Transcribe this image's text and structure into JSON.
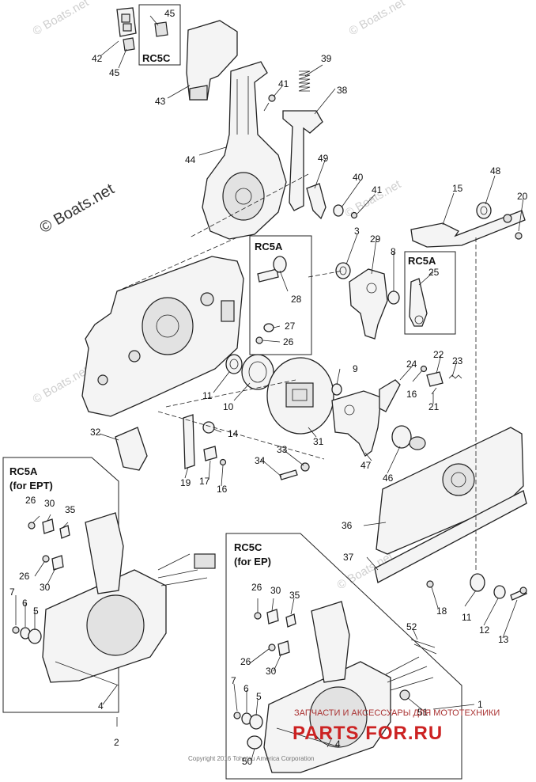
{
  "watermarks": {
    "main": "© Boats.net",
    "repeat": "© Boats.net",
    "copyright": "Copyright 2016 Tohatsu America Corporation"
  },
  "shop_stamp": {
    "top": "ЗАПЧАСТИ И АКСЕССУАРЫ ДЛЯ МОТОТЕХНИКИ",
    "brand": "PARTS FOR.RU"
  },
  "box_labels": {
    "rc5c_top": "RC5C",
    "rc5a_mid": "RC5A",
    "rc5a_right": "RC5A",
    "rc5a_ept_line1": "RC5A",
    "rc5a_ept_line2": "(for EPT)",
    "rc5c_ep_line1": "RC5C",
    "rc5c_ep_line2": "(for EP)"
  },
  "parts": {
    "p45a": "45",
    "p42": "42",
    "p45b": "45",
    "p43": "43",
    "p44": "44",
    "p39": "39",
    "p41a": "41",
    "p38": "38",
    "p49": "49",
    "p40": "40",
    "p41b": "41",
    "p48": "48",
    "p15": "15",
    "p20": "20",
    "p3": "3",
    "p29": "29",
    "p8": "8",
    "p25": "25",
    "p28": "28",
    "p27": "27",
    "p26a": "26",
    "p9": "9",
    "p24": "24",
    "p22": "22",
    "p23": "23",
    "p16a": "16",
    "p21": "21",
    "p11a": "11",
    "p10": "10",
    "p31": "31",
    "p47": "47",
    "p46": "46",
    "p32": "32",
    "p14": "14",
    "p19": "19",
    "p17": "17",
    "p16b": "16",
    "p34": "34",
    "p33": "33",
    "p36": "36",
    "p37": "37",
    "p18": "18",
    "p11b": "11",
    "p12": "12",
    "p13": "13",
    "p1": "1",
    "p2": "2",
    "l26a": "26",
    "l30a": "30",
    "l35a": "35",
    "l26b": "26",
    "l30b": "30",
    "l7": "7",
    "l6": "6",
    "l5": "5",
    "l4": "4",
    "r26a": "26",
    "r30a": "30",
    "r35": "35",
    "r52": "52",
    "r26b": "26",
    "r30b": "30",
    "r7": "7",
    "r6": "6",
    "r5": "5",
    "r51": "51",
    "r4": "4",
    "r50": "50"
  }
}
